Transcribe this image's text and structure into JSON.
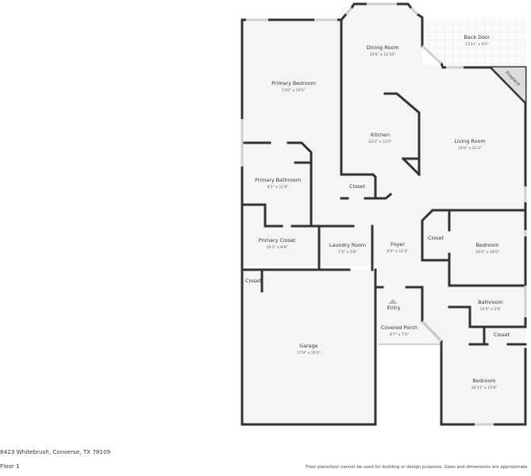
{
  "colors": {
    "wall": "#333333",
    "floor": "#f5f5f5",
    "window": "#d6d6d6",
    "exterior_hatch": "#e4e4e4",
    "fireplace": "#dcdcdc",
    "background": "#ffffff"
  },
  "rooms": {
    "primary_bedroom": {
      "label": "Primary Bedroom",
      "dims": "13'0\" x 20'5\""
    },
    "dining_room": {
      "label": "Dining Room",
      "dims": "10'5\" x 11'10\""
    },
    "back_door": {
      "label": "Back Door",
      "dims": "13'11\" x 6'5\""
    },
    "fireplace": {
      "label": "Fireplace"
    },
    "kitchen": {
      "label": "Kitchen",
      "dims": "10'2\" x 13'5\""
    },
    "living_room": {
      "label": "Living Room",
      "dims": "14'0\" x 21'3\""
    },
    "primary_bathroom": {
      "label": "Primary Bathroom",
      "dims": "9'2\" x 11'0\""
    },
    "kitchen_closet": {
      "label": "Closet"
    },
    "primary_closet": {
      "label": "Primary Closet",
      "dims": "10'2\" x 8'8\""
    },
    "laundry_room": {
      "label": "Laundry Room",
      "dims": "7'2\" x 5'6\""
    },
    "foyer": {
      "label": "Foyer",
      "dims": "6'0\" x 11'0\""
    },
    "bedroom_closet": {
      "label": "Closet"
    },
    "bedroom_1": {
      "label": "Bedroom",
      "dims": "10'0\" x 10'0\""
    },
    "garage_closet": {
      "label": "Closet"
    },
    "entry": {
      "label": "Entry"
    },
    "bathroom": {
      "label": "Bathroom",
      "dims": "10'0\" x 5'6\""
    },
    "covered_porch": {
      "label": "Covered Porch",
      "dims": "8'7\" x 7'5\""
    },
    "hall_closet": {
      "label": "Closet"
    },
    "garage": {
      "label": "Garage",
      "dims": "17'9\" x 20'3\""
    },
    "bedroom_2": {
      "label": "Bedroom",
      "dims": "10'11\" x 15'8\""
    }
  },
  "footer": {
    "address": "8423 Whitebrush, Converse, TX 78109",
    "floor": "Floor 1",
    "disclaimer": "Floor plans/tour cannot be used for building or design purposes. Sizes and dimensions are approximate."
  },
  "icons": {
    "entry_marker": "triangle-up"
  }
}
